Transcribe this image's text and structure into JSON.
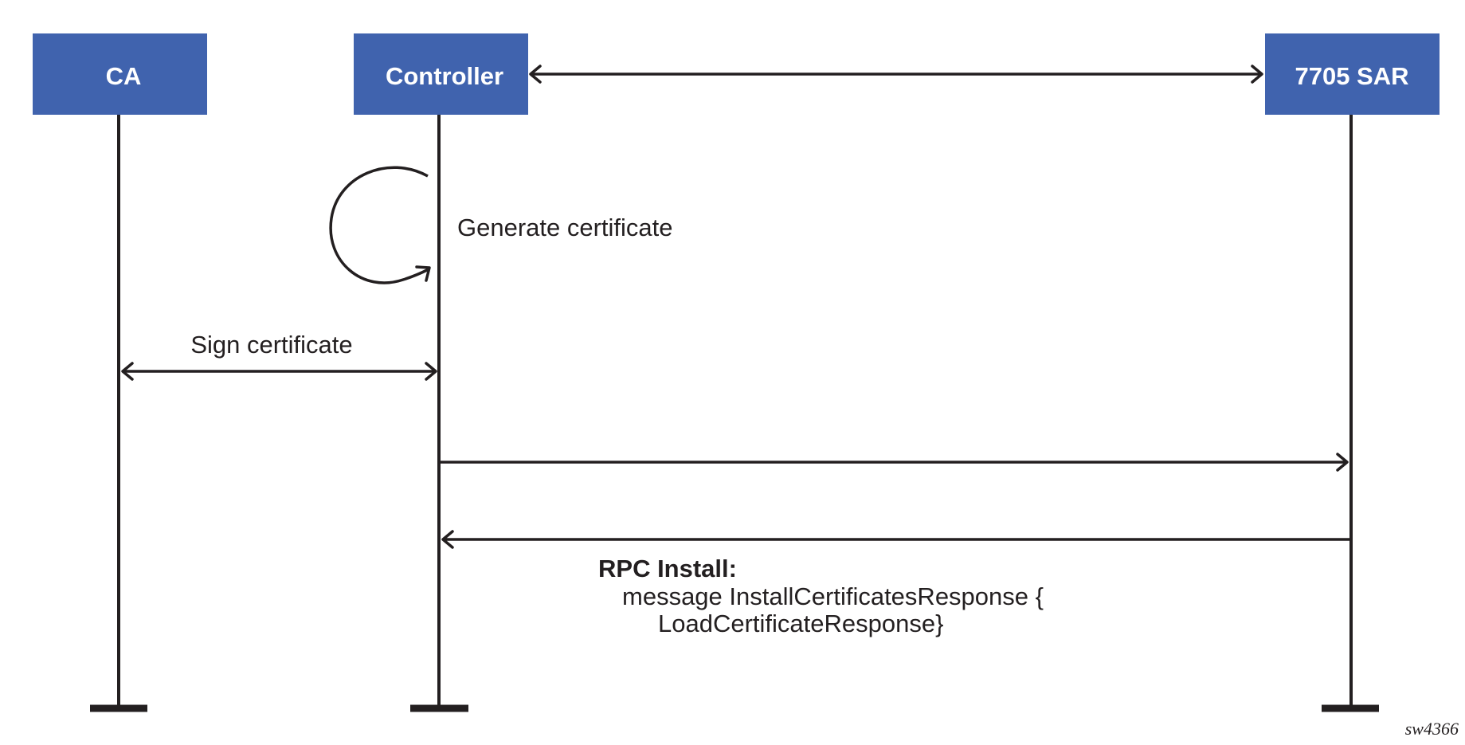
{
  "actors": {
    "ca": "CA",
    "controller": "Controller",
    "sar": "7705 SAR"
  },
  "messages": {
    "self_call": "Generate certificate",
    "sign": "Sign certificate",
    "rpc_title": "RPC Install:",
    "rpc_line1": "message InstallCertificatesResponse {",
    "rpc_line2": "LoadCertificateResponse}"
  },
  "figure_id": "sw4366",
  "colors": {
    "actor_fill": "#4063ae",
    "line": "#231f20"
  }
}
